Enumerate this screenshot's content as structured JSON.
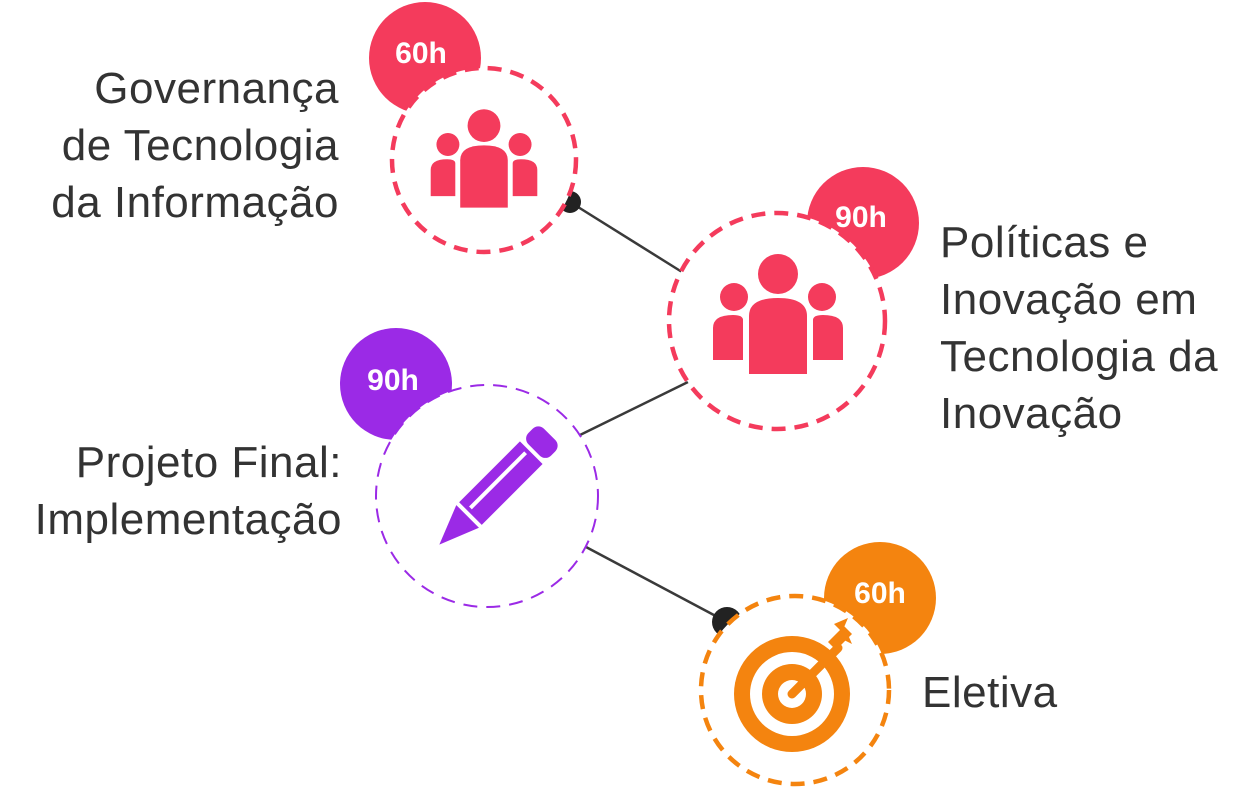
{
  "modules": [
    {
      "id": "governanca",
      "title_lines": [
        "Governança",
        "de Tecnologia",
        "da Informação"
      ],
      "hours": "60h",
      "color": "#f43b5c",
      "icon": "people-group-icon"
    },
    {
      "id": "politicas",
      "title_lines": [
        "Políticas e",
        "Inovação em",
        "Tecnologia da",
        "Inovação"
      ],
      "hours": "90h",
      "color": "#f43b5c",
      "icon": "people-group-icon"
    },
    {
      "id": "projeto-final",
      "title_lines": [
        "Projeto Final:",
        "Implementação"
      ],
      "hours": "90h",
      "color": "#9b2ae6",
      "icon": "pencil-icon"
    },
    {
      "id": "eletiva",
      "title_lines": [
        "Eletiva"
      ],
      "hours": "60h",
      "color": "#f4840f",
      "icon": "target-arrow-icon"
    }
  ],
  "connector_color": "#2b2b2b"
}
